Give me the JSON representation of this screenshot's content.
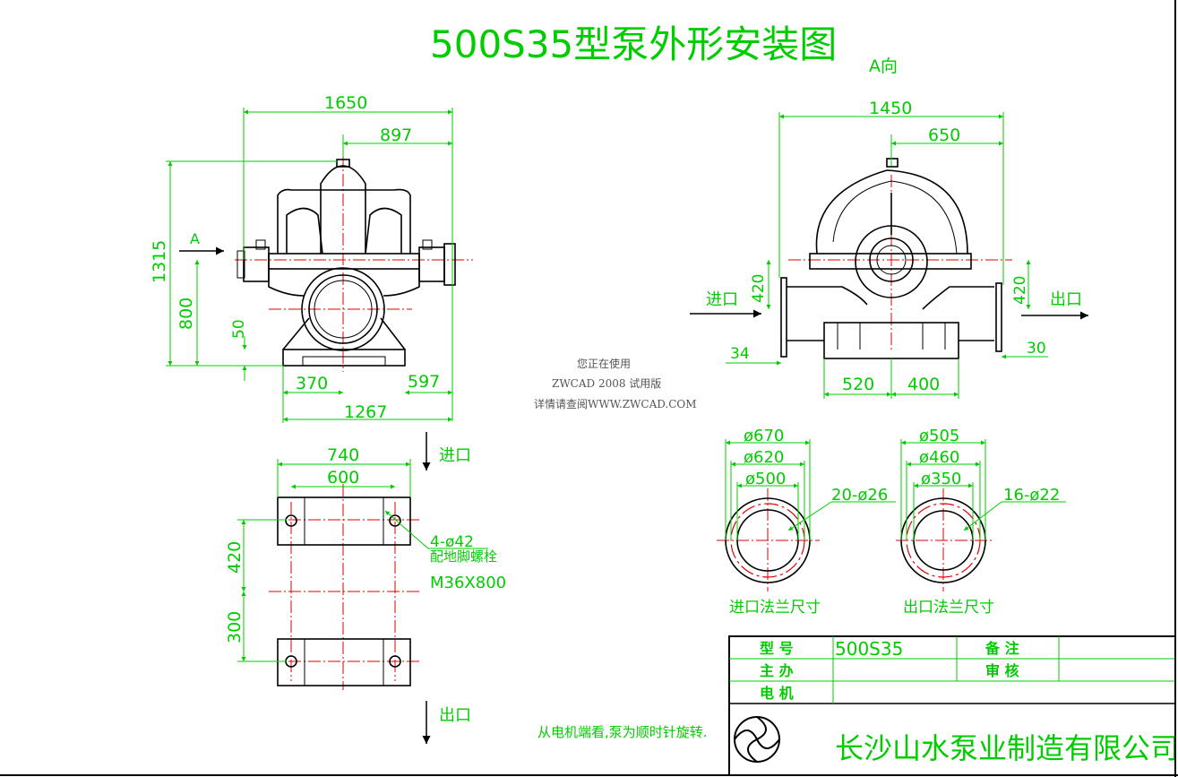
{
  "title": "500S35型泵外形安装图",
  "watermark": {
    "line1": "您正在使用",
    "line2": "ZWCAD 2008 试用版",
    "line3": "详情请查阅WWW.ZWCAD.COM"
  },
  "front_view": {
    "dims": {
      "overall_width": "1650",
      "half_width": "897",
      "height": "1315",
      "axis_height": "800",
      "base": "50",
      "left_bolt": "370",
      "right_bolt": "597",
      "base_length": "1267"
    },
    "arrow_label": "A"
  },
  "side_view": {
    "label": "A向",
    "dims": {
      "width": "1450",
      "half": "650",
      "inlet_h": "420",
      "outlet_h": "420",
      "inlet_off": "34",
      "outlet_off": "30",
      "base_left": "520",
      "base_right": "400"
    },
    "inlet_label": "进口",
    "outlet_label": "出口"
  },
  "foundation": {
    "dims": {
      "outer": "740",
      "inner": "600",
      "spacing_a": "420",
      "spacing_b": "300"
    },
    "hole_note": "4-ø42",
    "bolt_note": "配地脚螺栓",
    "bolt_spec": "M36X800",
    "inlet_label": "进口",
    "outlet_label": "出口"
  },
  "flanges": [
    {
      "d1": "ø670",
      "d2": "ø620",
      "d3": "ø500",
      "holes": "20-ø26",
      "caption": "进口法兰尺寸"
    },
    {
      "d1": "ø505",
      "d2": "ø460",
      "d3": "ø350",
      "holes": "16-ø22",
      "caption": "出口法兰尺寸"
    }
  ],
  "rotation_note": "从电机端看,泵为顺时针旋转.",
  "title_block": {
    "model_label": "型 号",
    "model_value": "500S35",
    "remark_label": "备 注",
    "host_label": "主 办",
    "review_label": "审 核",
    "motor_label": "电 机",
    "company": "长沙山水泵业制造有限公司"
  }
}
